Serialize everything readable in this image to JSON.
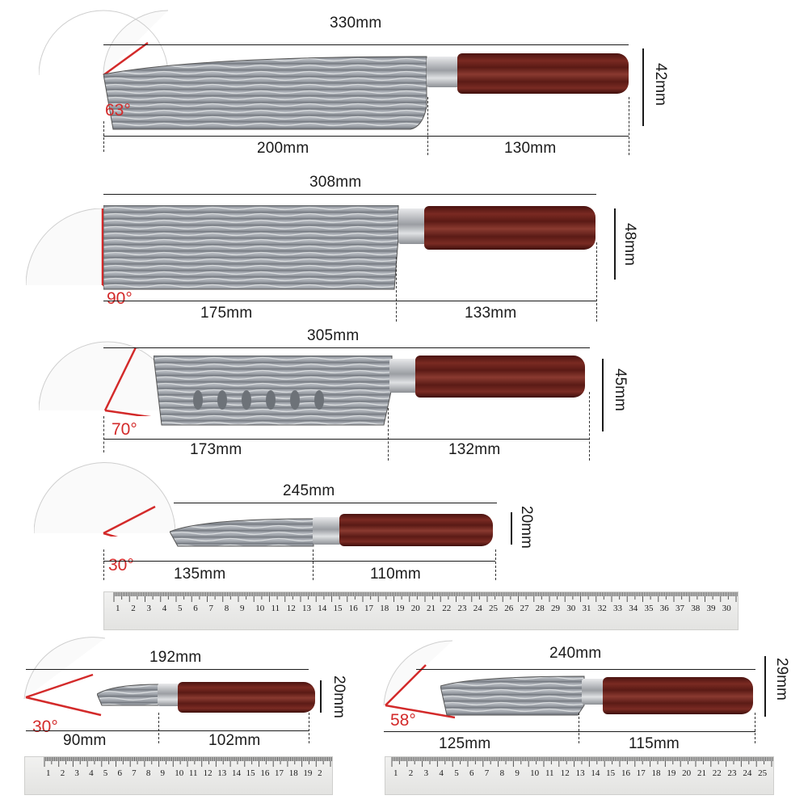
{
  "knives": [
    {
      "total": "330mm",
      "blade": "200mm",
      "handle": "130mm",
      "height": "42mm",
      "angle": "63°"
    },
    {
      "total": "308mm",
      "blade": "175mm",
      "handle": "133mm",
      "height": "48mm",
      "angle": "90°"
    },
    {
      "total": "305mm",
      "blade": "173mm",
      "handle": "132mm",
      "height": "45mm",
      "angle": "70°"
    },
    {
      "total": "245mm",
      "blade": "135mm",
      "handle": "110mm",
      "height": "20mm",
      "angle": "30°"
    },
    {
      "total": "192mm",
      "blade": "90mm",
      "handle": "102mm",
      "height": "20mm",
      "angle": "30°"
    },
    {
      "total": "240mm",
      "blade": "125mm",
      "handle": "115mm",
      "height": "29mm",
      "angle": "58°"
    }
  ],
  "rulers": {
    "main": [
      "1",
      "2",
      "3",
      "4",
      "5",
      "6",
      "7",
      "8",
      "9",
      "10",
      "11",
      "12",
      "13",
      "14",
      "15",
      "16",
      "17",
      "18",
      "19",
      "20",
      "21",
      "22",
      "23",
      "24",
      "25",
      "26",
      "27",
      "28",
      "29",
      "30",
      "31",
      "32",
      "33",
      "34",
      "35",
      "36",
      "37",
      "38",
      "39",
      "30"
    ],
    "left": [
      "1",
      "2",
      "3",
      "4",
      "5",
      "6",
      "7",
      "8",
      "9",
      "10",
      "11",
      "12",
      "13",
      "14",
      "15",
      "16",
      "17",
      "18",
      "19",
      "2"
    ],
    "right": [
      "1",
      "2",
      "3",
      "4",
      "5",
      "6",
      "7",
      "8",
      "9",
      "10",
      "11",
      "12",
      "13",
      "14",
      "15",
      "16",
      "17",
      "18",
      "19",
      "20",
      "21",
      "22",
      "23",
      "24",
      "25"
    ]
  },
  "colors": {
    "angle_red": "#d32a2a",
    "handle_wood": "#6b2119",
    "blade_steel": "#9a9fa6"
  }
}
